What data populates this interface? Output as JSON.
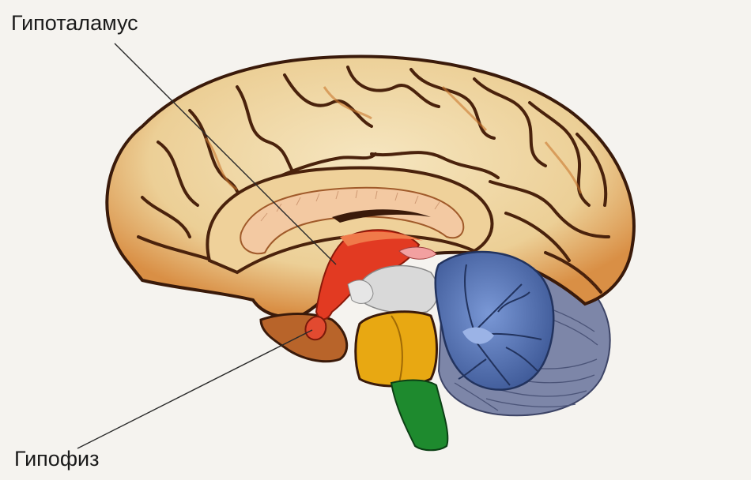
{
  "labels": {
    "hypothalamus": "Гипоталамус",
    "pituitary": "Гипофиз"
  },
  "colors": {
    "background": "#f5f3ef",
    "cortex": "#f1ddb0",
    "cortex_outline": "#3a1a0a",
    "cortex_shadow": "#c9782e",
    "corpus_callosum": "#f3c9a2",
    "hypothalamus": "#e23a22",
    "thalamus": "#d9d9d9",
    "midbrain": "#e8a812",
    "medulla": "#1e8a2e",
    "cerebellum": "#5b79b8",
    "brainstem_back": "#7d86a8"
  },
  "icons": [
    "brain-sagittal-illustration"
  ]
}
